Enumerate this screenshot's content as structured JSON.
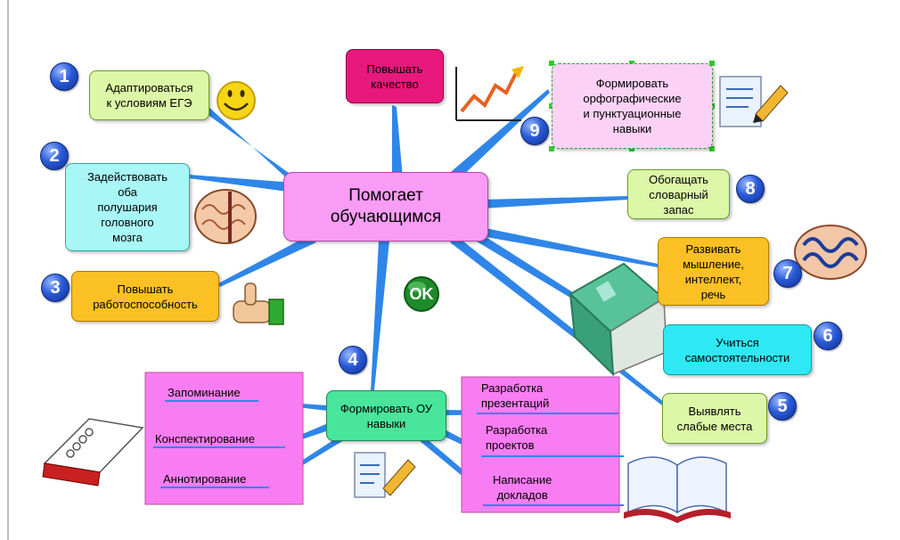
{
  "center": "Помогает\nобучающимся",
  "nodes": {
    "adapt": "Адаптироваться\nк условиям ЕГЭ",
    "hemispheres": "Задействовать\nоба\nполушария\nголовного\nмозга",
    "workability": "Повышать\nработоспособность",
    "quality": "Повышать\nкачество",
    "spelling": "Формировать\nорфографические\nи пунктуационные\nнавыки",
    "vocabulary": "Обогащать\nсловарный\nзапас",
    "thinking": "Развивать\nмышление,\nинтеллект,\nречь",
    "independence": "Учиться\nсамостоятельности",
    "weak": "Выявлять\nслабые места",
    "skills": "Формировать ОУ\nнавыки"
  },
  "left_list": [
    "Запоминание",
    "Конспектирование",
    "Аннотирование"
  ],
  "right_list": [
    "Разработка\nпрезентаций",
    "Разработка\nпроектов",
    "Написание\nдокладов"
  ],
  "numbers": [
    "1",
    "2",
    "3",
    "4",
    "5",
    "6",
    "7",
    "8",
    "9"
  ],
  "ok_label": "OK",
  "icons": [
    "smiley-icon",
    "brain-icon",
    "thumbs-up-icon",
    "chart-up-icon",
    "notepad-pencil-icon",
    "brain-blue-icon",
    "green-book-icon",
    "open-book-icon",
    "notebook-icon",
    "ok-icon"
  ],
  "colors": {
    "connector": "#2f86e8",
    "center_fill": "#f99cf5",
    "light_green": "#ddf7a8",
    "light_cyan": "#a9f6f6",
    "orange": "#fbc023",
    "magenta": "#e8187d",
    "light_pink": "#fbd2f6",
    "cyan": "#2ee9f3",
    "green_box": "#48e59a",
    "list_panel": "#f97df2",
    "number_blue": "#2a5bd8"
  }
}
